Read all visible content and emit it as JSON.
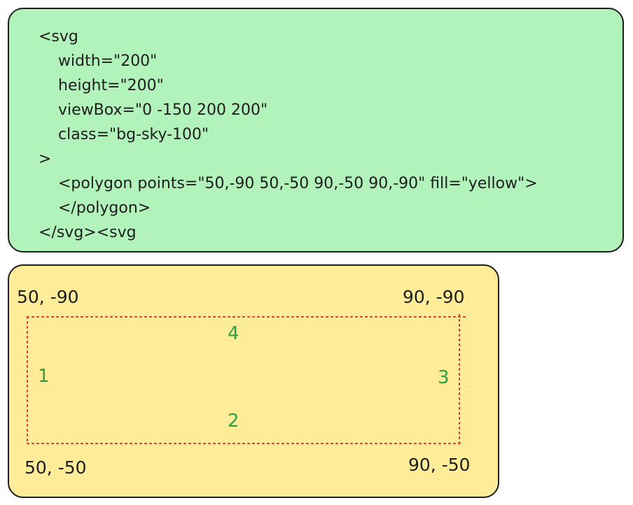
{
  "code_block": {
    "lines": [
      "<svg",
      "width=\"200\"",
      "height=\"200\"",
      "viewBox=\"0 -150 200 200\"",
      "class=\"bg-sky-100\"",
      ">",
      "<polygon points=\"50,-90 50,-50 90,-50 90,-90\" fill=\"yellow\">",
      "</polygon>",
      "</svg><svg"
    ]
  },
  "diagram": {
    "corners": {
      "top_left": "50, -90",
      "top_right": "90, -90",
      "bottom_left": "50, -50",
      "bottom_right": "90, -50"
    },
    "sides": {
      "left": "1",
      "bottom": "2",
      "right": "3",
      "top": "4"
    },
    "colors": {
      "code_panel_fill": "#b2f2bb",
      "diagram_panel_fill": "#ffec99",
      "rectangle_stroke": "#e03131",
      "side_number_color": "#2f9e44",
      "text_color": "#1e1e1e"
    }
  }
}
